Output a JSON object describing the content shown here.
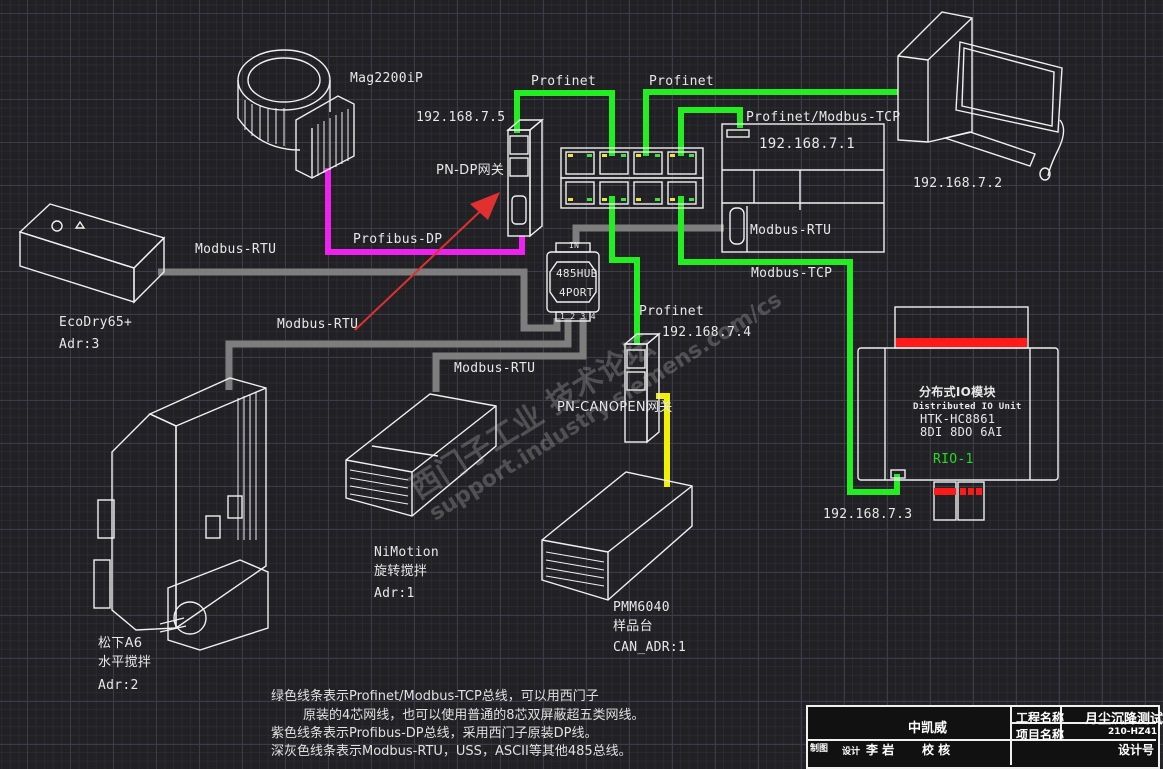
{
  "diagram": {
    "bus_colors": {
      "profinet": "#22ee22",
      "profibus": "#ee22ee",
      "modbus_rtu": "#808080",
      "canopen": "#f0f000",
      "arrow": "#e03030",
      "rio_label": "#22dd22",
      "io_connector": "#ff1a1a"
    },
    "devices": {
      "mag2200": {
        "name": "Mag2200iP"
      },
      "pn_dp_gateway": {
        "name": "PN-DP网关",
        "ip": "192.168.7.5"
      },
      "switch": {
        "name": "switch"
      },
      "plc": {
        "ip": "192.168.7.1",
        "port_label": "Modbus-RTU"
      },
      "pc": {
        "ip": "192.168.7.2"
      },
      "ecodry": {
        "name": "EcoDry65+",
        "addr": "Adr:3"
      },
      "hub": {
        "line1": "485HUB",
        "line2": "4PORT",
        "in_label": "IN",
        "ports_label": "1 2 3 4"
      },
      "pn_canopen_gateway": {
        "name": "PN-CANOPEN网关",
        "ip": "192.168.7.4"
      },
      "rio": {
        "title_cn": "分布式IO模块",
        "title_en": "Distributed IO Unit",
        "model": "HTK-HC8861",
        "spec": "8DI 8DO 6AI",
        "tag": "RIO-1",
        "ip": "192.168.7.3"
      },
      "a6": {
        "name": "松下A6",
        "desc": "水平搅拌",
        "addr": "Adr:2"
      },
      "nimotion": {
        "name": "NiMotion",
        "desc": "旋转搅拌",
        "addr": "Adr:1"
      },
      "pmm": {
        "name": "PMM6040",
        "desc": "样品台",
        "addr": "CAN_ADR:1"
      }
    },
    "bus_labels": {
      "profinet_1": "Profinet",
      "profinet_2": "Profinet",
      "profinet_modbus_tcp": "Profinet/Modbus-TCP",
      "profibus_dp": "Profibus-DP",
      "modbus_rtu_1": "Modbus-RTU",
      "modbus_rtu_2": "Modbus-RTU",
      "modbus_rtu_3": "Modbus-RTU",
      "modbus_tcp": "Modbus-TCP",
      "profinet_3": "Profinet"
    },
    "notes": [
      "绿色线条表示Profinet/Modbus-TCP总线，可以用西门子",
      "原装的4芯网线，也可以使用普通的8芯双屏蔽超五类网线。",
      "紫色线条表示Profibus-DP总线，采用西门子原装DP线。",
      "深灰色线条表示Modbus-RTU，USS，ASCII等其他485总线。"
    ],
    "watermark": {
      "line1": "西门子工业  技术论坛",
      "line2": "support.industry.siemens.com/cs"
    },
    "title_block": {
      "company": "中凯威",
      "project_label": "工程名称",
      "project_value": "月尘沉降测试",
      "item_label": "项目名称",
      "item_value": "210-HZ41",
      "drawn_label": "制图",
      "design_label": "设计",
      "designer": "李 岩",
      "check_label": "校 核",
      "design_no_label": "设计号"
    }
  }
}
